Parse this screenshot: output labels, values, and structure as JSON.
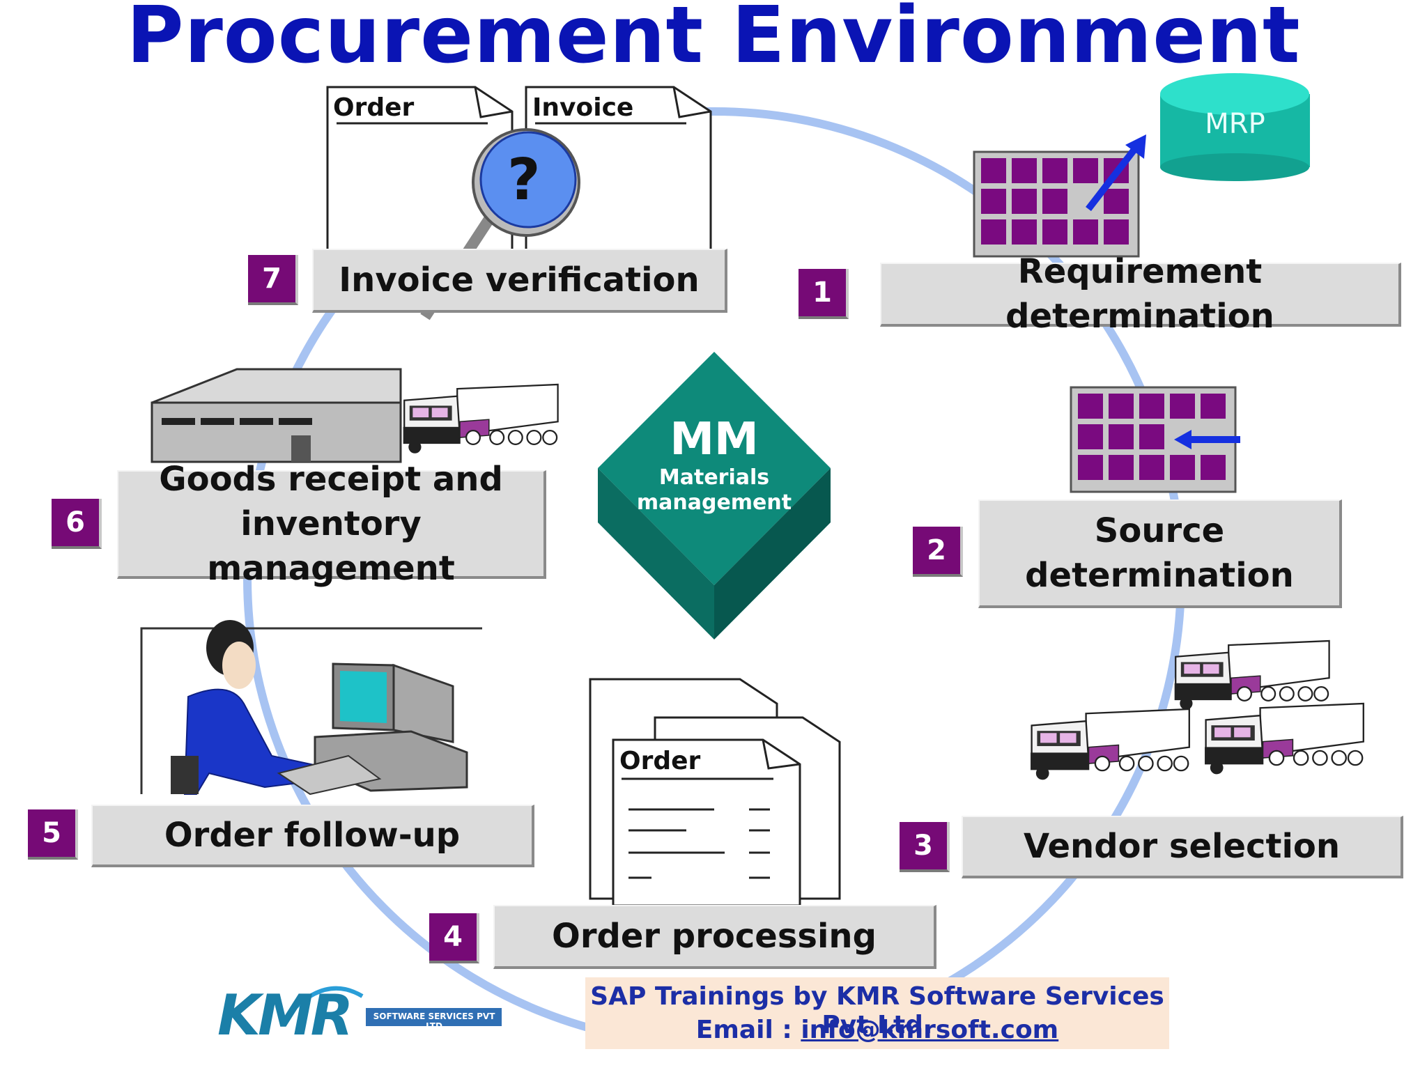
{
  "title": "Procurement Environment",
  "center": {
    "abbr": "MM",
    "line1": "Materials",
    "line2": "management"
  },
  "steps": [
    {
      "num": "1",
      "label": "Requirement determination"
    },
    {
      "num": "2",
      "label_line1": "Source",
      "label_line2": "determination"
    },
    {
      "num": "3",
      "label": "Vendor selection"
    },
    {
      "num": "4",
      "label": "Order processing"
    },
    {
      "num": "5",
      "label": "Order follow-up"
    },
    {
      "num": "6",
      "label_line1": "Goods receipt and",
      "label_line2": "inventory management"
    },
    {
      "num": "7",
      "label": "Invoice verification"
    }
  ],
  "illustrations": {
    "mrp_label": "MRP",
    "order_doc_label": "Order",
    "invoice_doc_label": "Invoice",
    "magnifier_symbol": "?",
    "order_processing_doc_label": "Order"
  },
  "footer": {
    "line1": "SAP Trainings by KMR Software Services Pvt Ltd.",
    "email_prefix": "Email : ",
    "email": "info@kmrsoft.com",
    "logo_text": "KMR",
    "logo_subtext": "SOFTWARE SERVICES PVT LTD"
  },
  "colors": {
    "title": "#0a14b4",
    "step_number_bg": "#760a76",
    "box_bg": "#dcdcdc",
    "cycle_line": "#a7c3f2",
    "diamond_top": "#0e8a7a",
    "diamond_side": "#07584f",
    "grid_cell": "#7a0a80",
    "mrp": "#19c9b4",
    "footer_bg": "#fbe7d6"
  }
}
